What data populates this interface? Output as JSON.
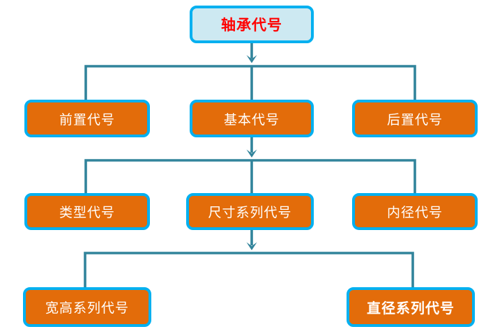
{
  "colors": {
    "connector": "#31849B",
    "node-border": "#00B0F0",
    "node-fill": "#E36C0A",
    "node-text": "#FFFFFF",
    "root-fill": "#CDE9F2",
    "root-text": "#FF0000"
  },
  "diagram": {
    "root": {
      "label": "轴承代号"
    },
    "level2": [
      {
        "label": "前置代号"
      },
      {
        "label": "基本代号"
      },
      {
        "label": "后置代号"
      }
    ],
    "level3": [
      {
        "label": "类型代号"
      },
      {
        "label": "尺寸系列代号"
      },
      {
        "label": "内径代号"
      }
    ],
    "level4": [
      {
        "label": "宽高系列代号"
      },
      {
        "label": "直径系列代号"
      }
    ]
  }
}
